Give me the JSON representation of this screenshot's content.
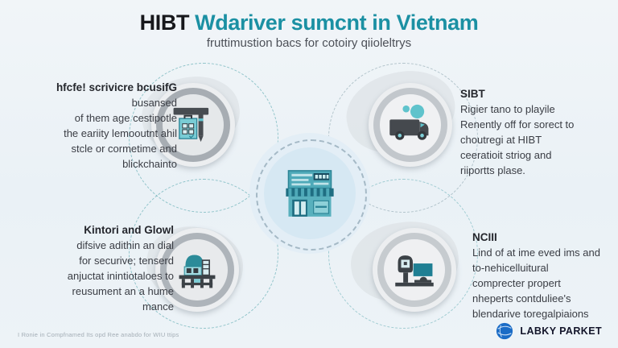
{
  "title": {
    "prefix": "HIBT",
    "rest": " Wdariver sumcnt in Vietnam"
  },
  "subtitle": "fruttimustion bacs for cotoiry qiioleltrys",
  "blocks": {
    "top_left": {
      "heading": "hfcfe! scrivicre bcusifG",
      "lines": [
        "busansed",
        "of them age cestipotle",
        "the eariity lemooutnt ahil",
        "stcle or cormetime and",
        "blickchainto"
      ]
    },
    "top_right": {
      "heading": "SIBT",
      "lines": [
        "Rigier tano to playile",
        "Renently off for sorect to",
        "choutregi at HIBT",
        "ceeratioit striog and",
        "riiportts plase."
      ]
    },
    "bottom_left": {
      "heading": "Kintori and Glowl",
      "lines": [
        "difsive adithin an dial",
        "for securive; tenserd",
        "anjuctat inintiotaloes to",
        "reusument an a hume",
        "mance"
      ]
    },
    "bottom_right": {
      "heading": "NCIII",
      "lines": [
        "Lind of at ime eved ims and",
        "to-nehicelluitural",
        "comprecter propert",
        "nheperts contduliee's",
        "blendarive toregalpiaions"
      ]
    }
  },
  "footer": {
    "note": "I Ronie in Compfnamed Its opd Ree anabdo for WIU ttips",
    "brand": "LABKY PARKET"
  },
  "icons": {
    "center": "storefront-icon",
    "top_left": "clipboard-pencil-icon",
    "top_right": "delivery-van-icon",
    "bottom_left": "industrial-machine-icon",
    "bottom_right": "camera-monitor-icon",
    "brand": "globe-icon"
  },
  "colors": {
    "title_teal": "#1b90a3",
    "icon_teal": "#4ea9b8",
    "icon_dark_teal": "#1f6e82",
    "icon_gray": "#43484c",
    "hub_fill": "#d6e8f3",
    "dashed_stroke": "#46a0a8",
    "logo_blue": "#1a6cc6",
    "background": "#edf3f7"
  }
}
